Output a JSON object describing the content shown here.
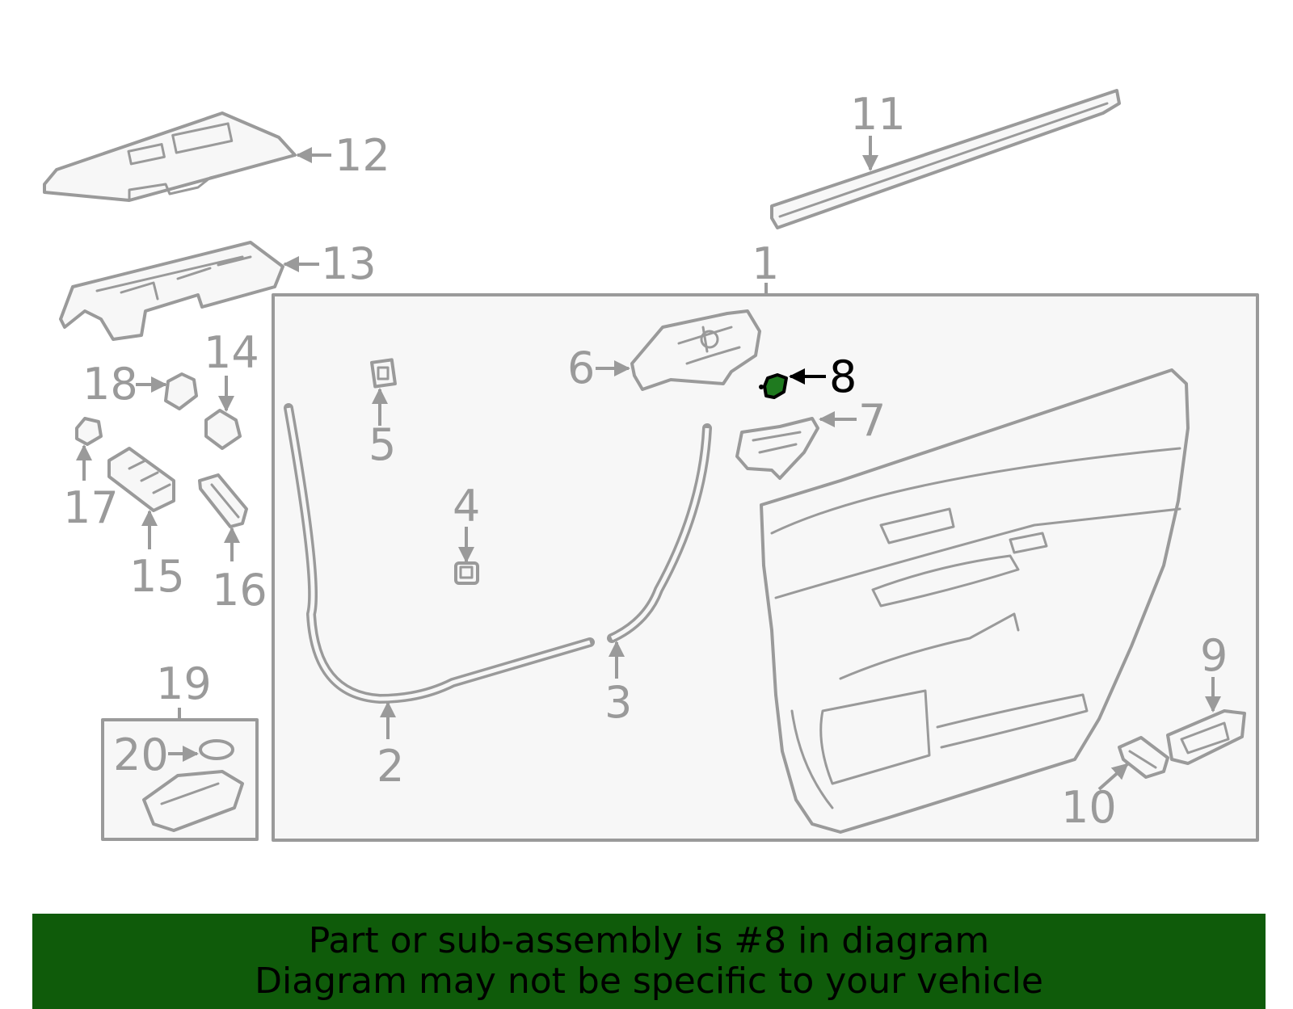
{
  "colors": {
    "line": "#9a9a9a",
    "highlight_part": "#1f7a1f",
    "highlight_label": "#000000",
    "panel_fill": "#f7f7f7",
    "banner_bg": "#0f5b0a",
    "banner_text": "#000000"
  },
  "diagram": {
    "highlighted_part": "8",
    "labels": {
      "p1": "1",
      "p2": "2",
      "p3": "3",
      "p4": "4",
      "p5": "5",
      "p6": "6",
      "p7": "7",
      "p8": "8",
      "p9": "9",
      "p10": "10",
      "p11": "11",
      "p12": "12",
      "p13": "13",
      "p14": "14",
      "p15": "15",
      "p16": "16",
      "p17": "17",
      "p18": "18",
      "p19": "19",
      "p20": "20"
    }
  },
  "banner": {
    "line1": "Part or sub-assembly is #8 in diagram",
    "line2": "Diagram may not be specific to your vehicle"
  }
}
